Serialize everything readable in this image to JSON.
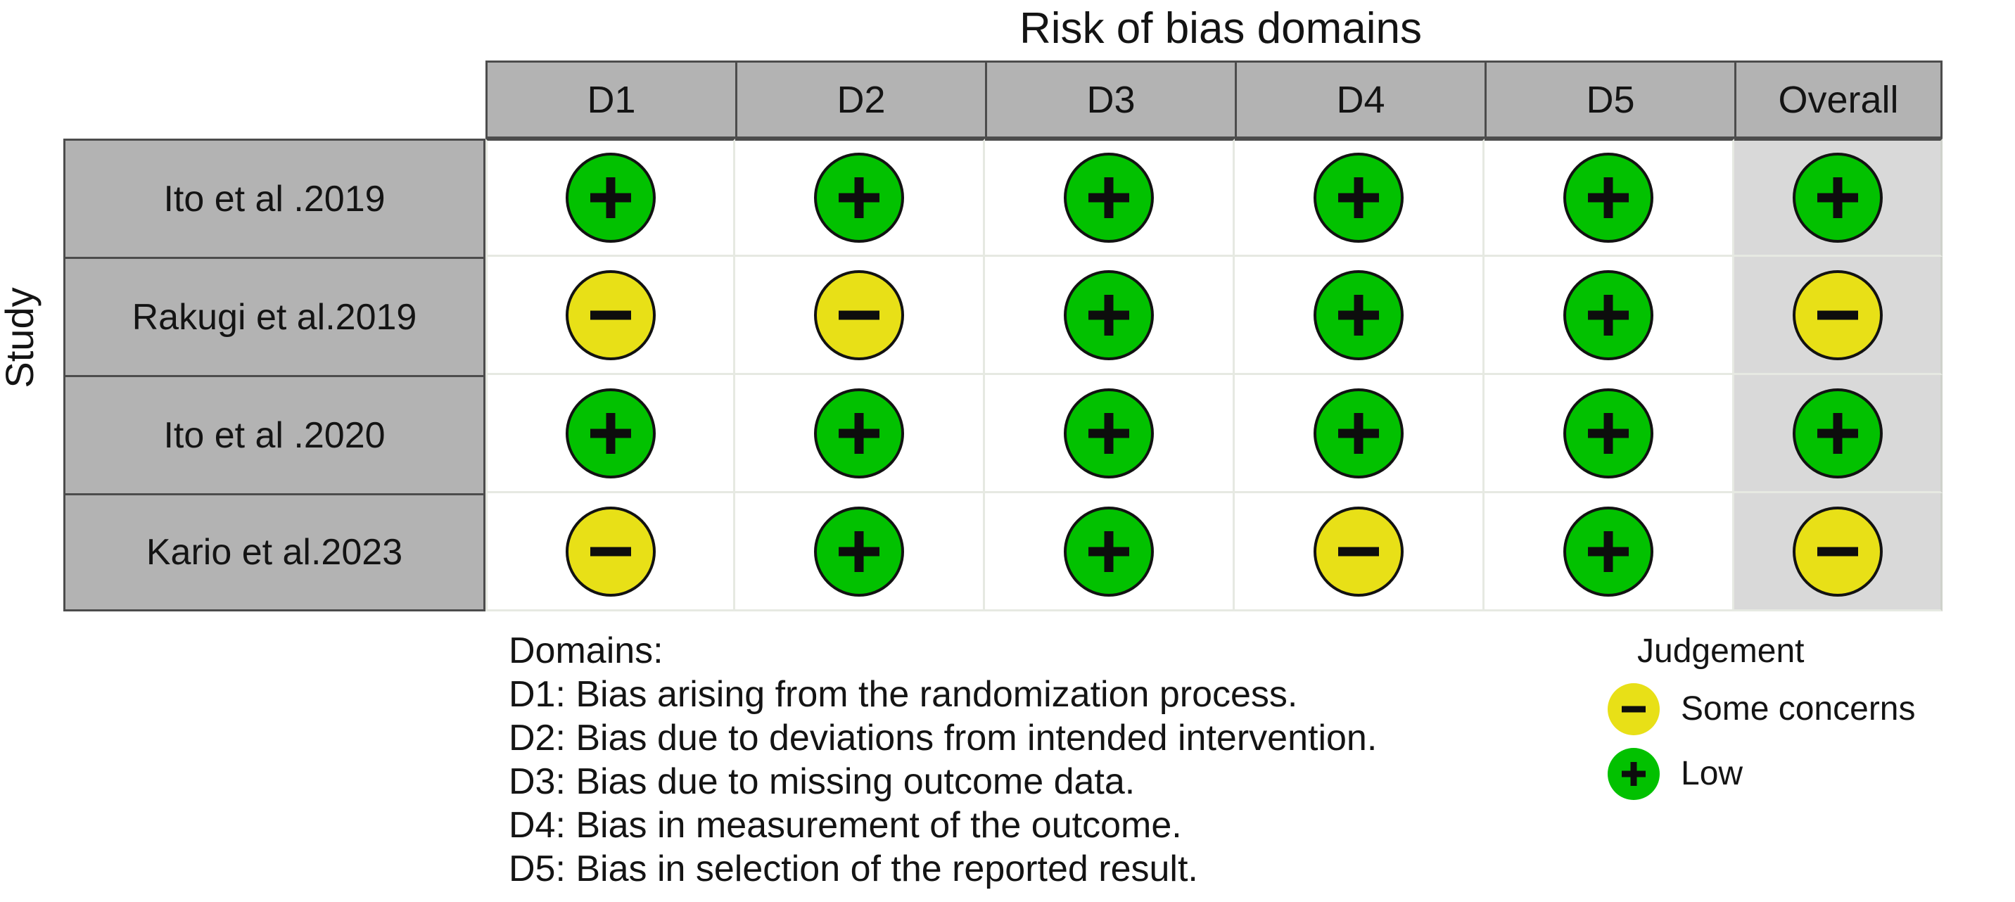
{
  "title": "Risk of bias domains",
  "y_axis_label": "Study",
  "colors": {
    "low": "#02C100",
    "some_concerns": "#E8E017",
    "header_gray": "#B3B3B3",
    "overall_column_gray": "#D9D9D9",
    "grid_line": "#E6E9E2",
    "border_dark": "#4C4C4C"
  },
  "columns": [
    "D1",
    "D2",
    "D3",
    "D4",
    "D5",
    "Overall"
  ],
  "rows": [
    {
      "study": "Ito et al .2019",
      "judgements": [
        "low",
        "low",
        "low",
        "low",
        "low",
        "low"
      ]
    },
    {
      "study": "Rakugi et al.2019",
      "judgements": [
        "some",
        "some",
        "low",
        "low",
        "low",
        "some"
      ]
    },
    {
      "study": "Ito et al .2020",
      "judgements": [
        "low",
        "low",
        "low",
        "low",
        "low",
        "low"
      ]
    },
    {
      "study": "Kario et al.2023",
      "judgements": [
        "some",
        "low",
        "low",
        "some",
        "low",
        "some"
      ]
    }
  ],
  "domains_legend": {
    "heading": "Domains:",
    "lines": [
      "D1: Bias arising from the randomization process.",
      "D2: Bias due to deviations from intended intervention.",
      "D3: Bias due to missing outcome data.",
      "D4: Bias in measurement of the outcome.",
      "D5: Bias in selection of the reported result."
    ]
  },
  "judgement_legend": {
    "heading": "Judgement",
    "items": [
      {
        "key": "some",
        "label": "Some concerns",
        "glyph": "-"
      },
      {
        "key": "low",
        "label": "Low",
        "glyph": "+"
      }
    ]
  },
  "chart_data": {
    "type": "heatmap",
    "title": "Risk of bias domains",
    "xlabel": "",
    "ylabel": "Study",
    "categories": [
      "D1",
      "D2",
      "D3",
      "D4",
      "D5",
      "Overall"
    ],
    "row_labels": [
      "Ito et al .2019",
      "Rakugi et al.2019",
      "Ito et al .2020",
      "Kario et al.2023"
    ],
    "value_scale": [
      "Low",
      "Some concerns"
    ],
    "matrix": [
      [
        "Low",
        "Low",
        "Low",
        "Low",
        "Low",
        "Low"
      ],
      [
        "Some concerns",
        "Some concerns",
        "Low",
        "Low",
        "Low",
        "Some concerns"
      ],
      [
        "Low",
        "Low",
        "Low",
        "Low",
        "Low",
        "Low"
      ],
      [
        "Some concerns",
        "Low",
        "Low",
        "Some concerns",
        "Low",
        "Some concerns"
      ]
    ],
    "legend_position": "bottom-right",
    "grid": true
  }
}
